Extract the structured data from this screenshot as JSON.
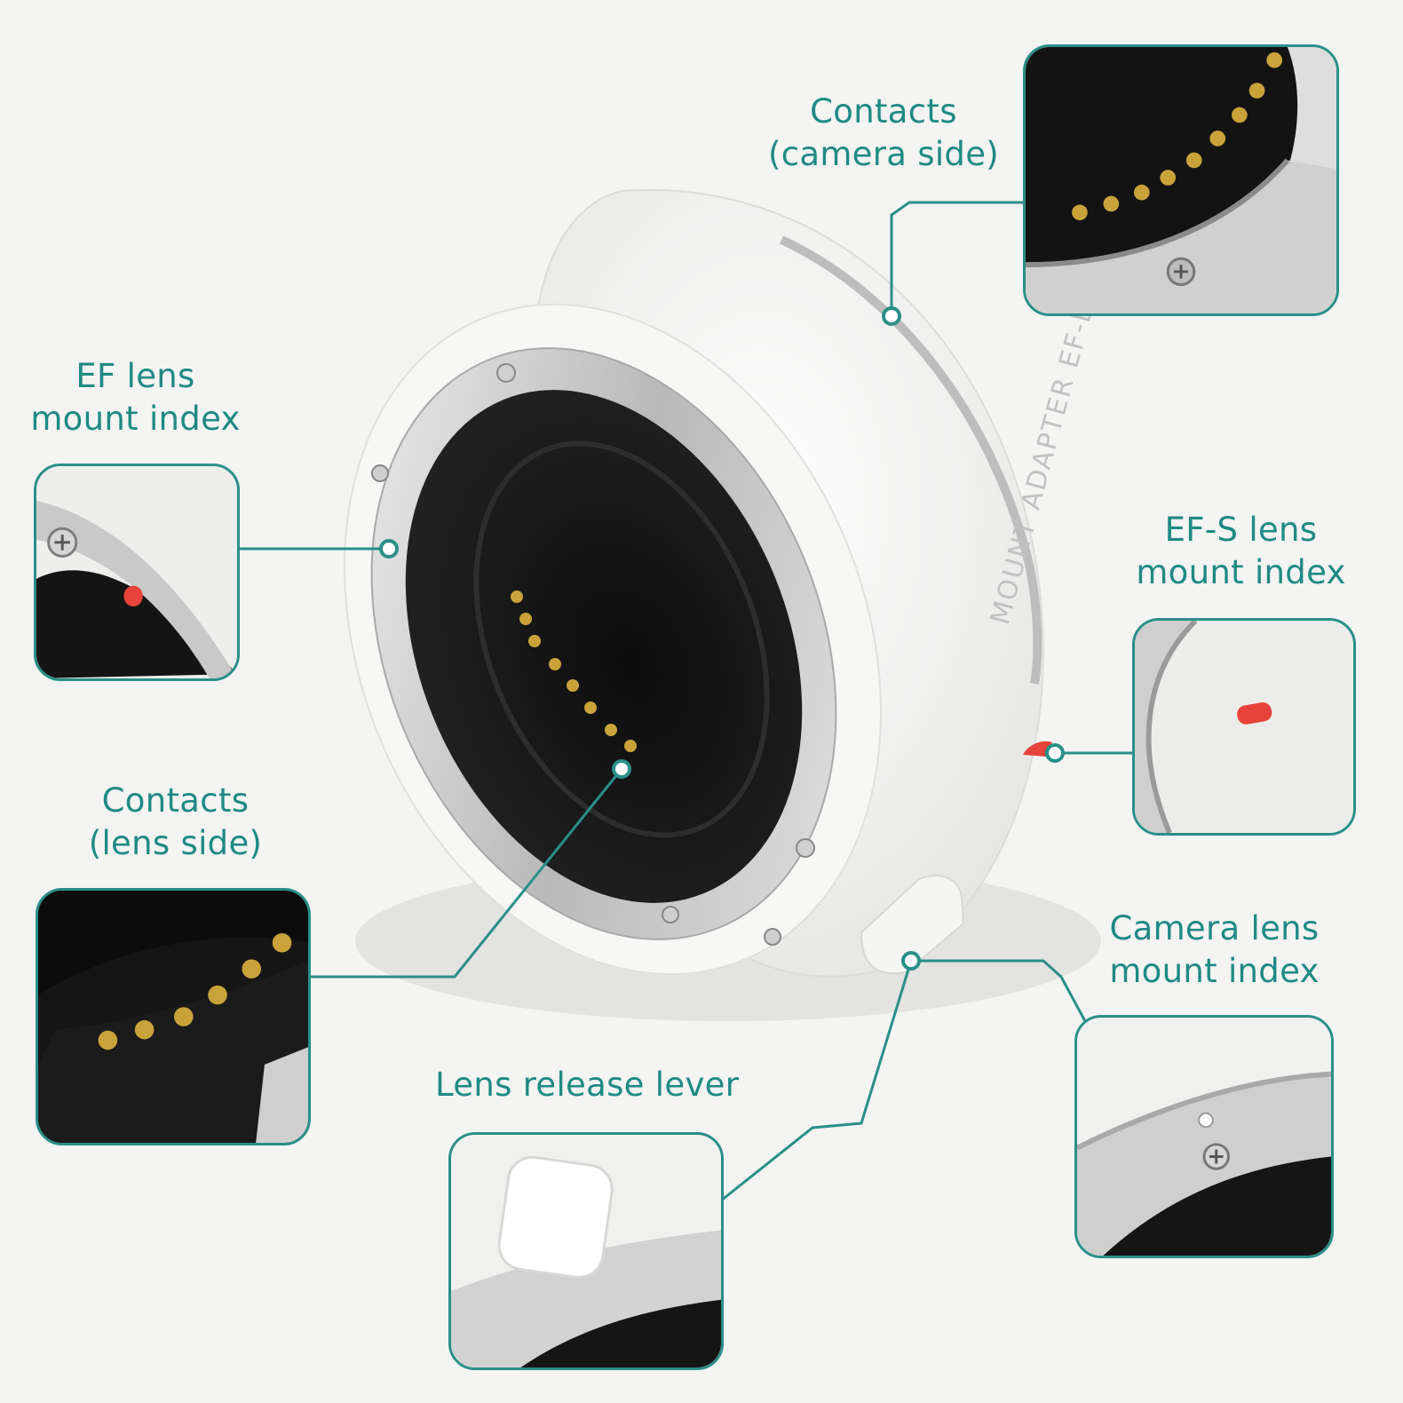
{
  "product": {
    "engraving": "MOUNT ADAPTER EF-EOS R"
  },
  "callouts": [
    {
      "id": "contacts-camera",
      "line1": "Contacts",
      "line2": "(camera side)"
    },
    {
      "id": "ef-index",
      "line1": "EF lens",
      "line2": "mount index"
    },
    {
      "id": "efs-index",
      "line1": "EF-S lens",
      "line2": "mount index"
    },
    {
      "id": "contacts-lens",
      "line1": "Contacts",
      "line2": "(lens side)"
    },
    {
      "id": "camera-index",
      "line1": "Camera lens",
      "line2": "mount index"
    },
    {
      "id": "release-lever",
      "line1": "Lens release lever",
      "line2": ""
    }
  ],
  "colors": {
    "accent": "#2a8f89",
    "label": "#1f8a84",
    "index_red": "#e8433a",
    "gold": "#c9a23a"
  }
}
